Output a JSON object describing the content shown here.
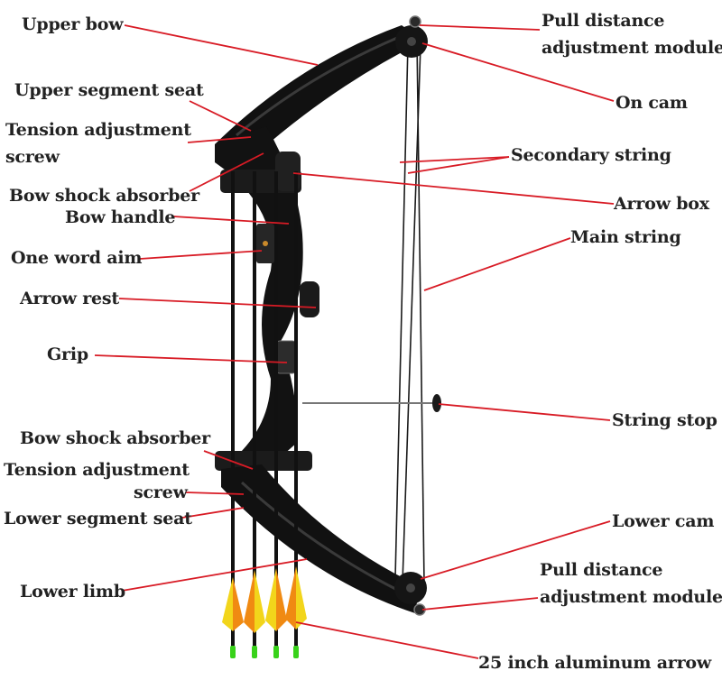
{
  "colors": {
    "leader": "#d81b25",
    "bow": "#111111",
    "fletch_yellow": "#f2d51b",
    "fletch_orange": "#f08a12",
    "nock_green": "#38d21a",
    "string": "#1a1a1a"
  },
  "labels": {
    "upper_bow": "Upper bow",
    "upper_segment_seat": "Upper segment seat",
    "tension_adjustment_screw_top_1": "Tension adjustment",
    "tension_adjustment_screw_top_2": "screw",
    "bow_shock_absorber_top": "Bow shock absorber",
    "bow_handle": "Bow handle",
    "one_word_aim": "One word aim",
    "arrow_rest": "Arrow rest",
    "grip": "Grip",
    "bow_shock_absorber_bottom": "Bow shock absorber",
    "tension_adjustment_screw_bottom_1": "Tension adjustment",
    "tension_adjustment_screw_bottom_2": "screw",
    "lower_segment_seat": "Lower segment seat",
    "lower_limb": "Lower limb",
    "pull_distance_top_1": "Pull distance",
    "pull_distance_top_2": "adjustment module",
    "on_cam": "On cam",
    "secondary_string": "Secondary string",
    "arrow_box": "Arrow box",
    "main_string": "Main string",
    "string_stop": "String stop",
    "lower_cam": "Lower cam",
    "pull_distance_bottom_1": "Pull distance",
    "pull_distance_bottom_2": "adjustment module",
    "aluminum_arrow": "25 inch aluminum arrow"
  }
}
